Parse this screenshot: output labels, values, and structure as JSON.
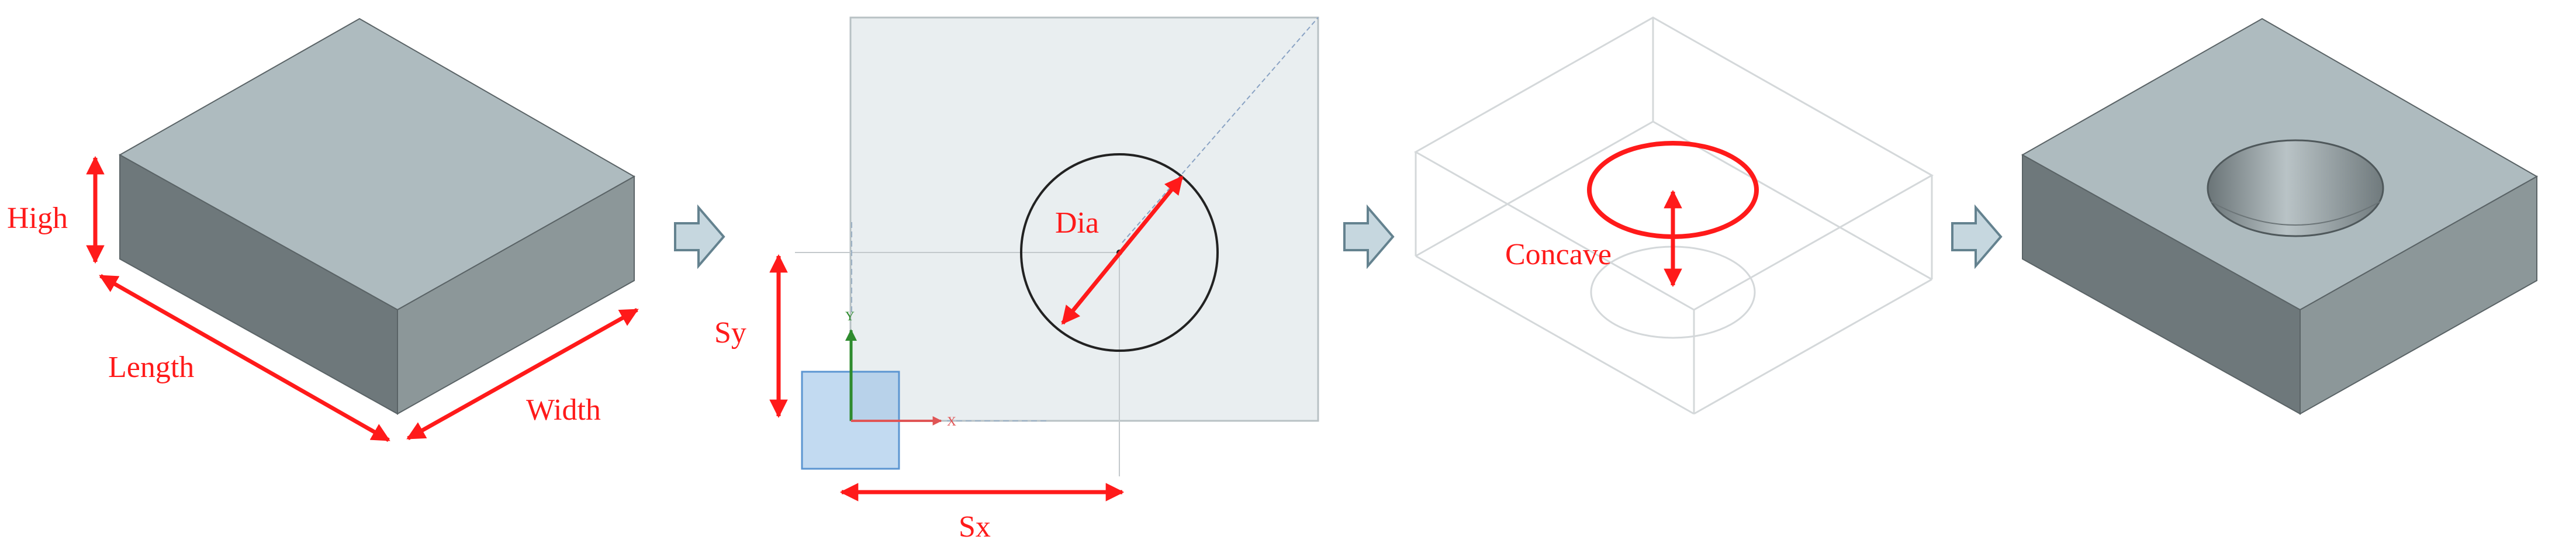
{
  "colors": {
    "annotation": "#ff1a1a",
    "box_top": "#aebbbf",
    "box_front": "#6e787b",
    "box_right": "#8c9799",
    "sketch_plane": "#e9eef0",
    "hole_wall": "#7e898c",
    "flow_arrow_fill": "#c6d7df",
    "flow_arrow_stroke": "#64828f",
    "axis_y": "#2e8b2e",
    "axis_x": "#e05555",
    "origin_square": "#8fbbe6"
  },
  "panel1": {
    "label_high": "High",
    "label_length": "Length",
    "label_width": "Width"
  },
  "panel2": {
    "label_dia": "Dia",
    "label_sy": "Sy",
    "label_sx": "Sx",
    "axis_y_label": "Y",
    "axis_x_label": "X"
  },
  "panel3": {
    "label_concave": "Concave"
  },
  "flow_arrows": [
    "step-1-to-2-arrow",
    "step-2-to-3-arrow",
    "step-3-to-4-arrow"
  ]
}
